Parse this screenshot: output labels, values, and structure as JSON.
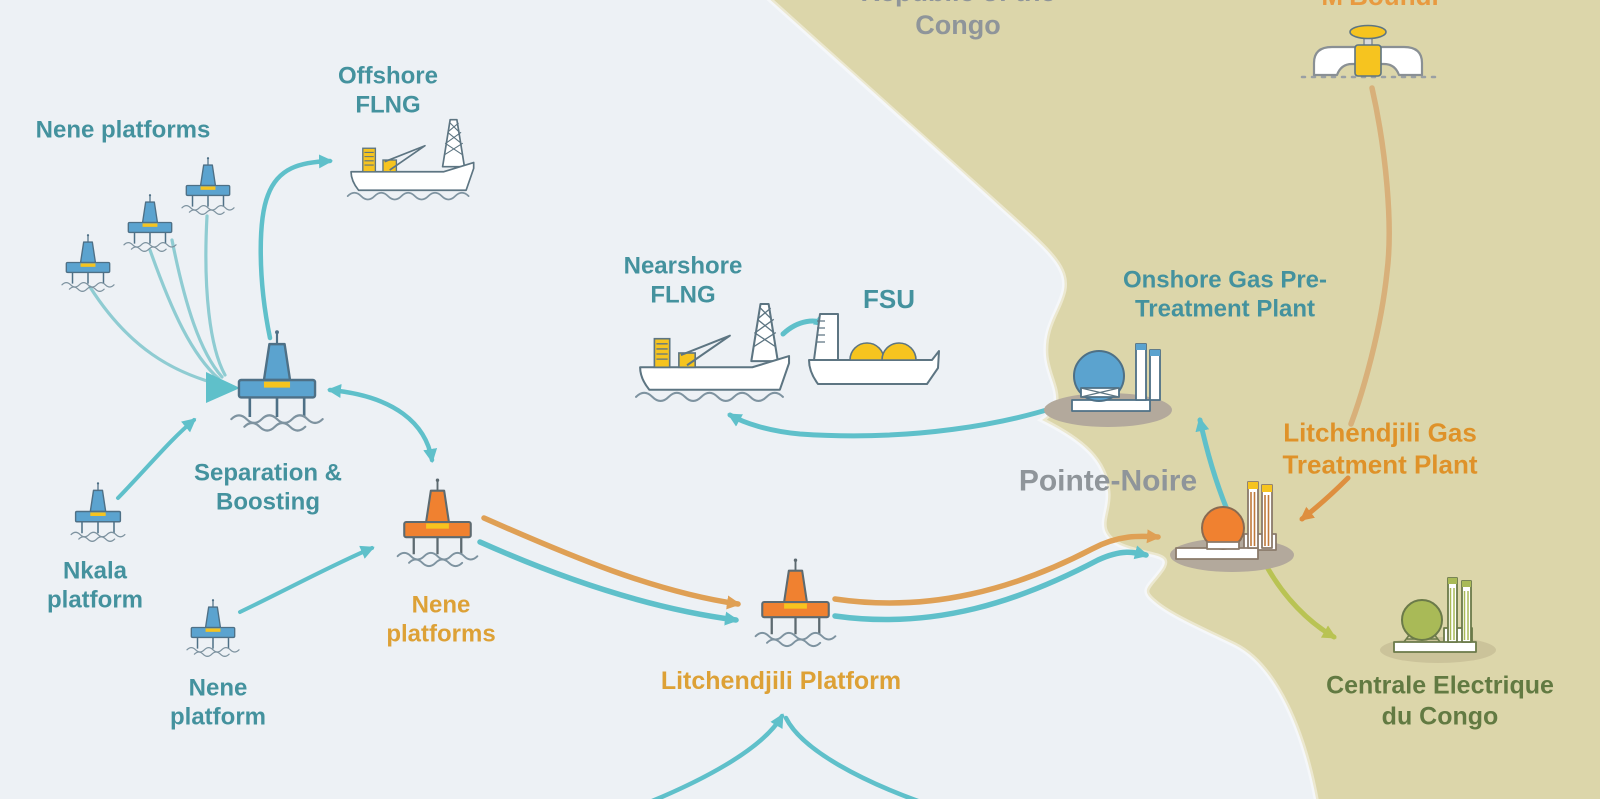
{
  "labels": {
    "country": "Republic of the Congo",
    "city": "Pointe-Noire",
    "nene_cluster": "Nene platforms",
    "offshore_flng": "Offshore FLNG",
    "nearshore_flng": "Nearshore FLNG",
    "fsu": "FSU",
    "separation": "Separation & Boosting",
    "nkala": "Nkala platform",
    "nene_single": "Nene platform",
    "nene_orange": "Nene platforms",
    "litchendjili_platform": "Litchendjili Platform",
    "onshore_pretreatment": "Onshore Gas Pre-Treatment Plant",
    "litchendjili_treatment": "Litchendjili Gas Treatment Plant",
    "mboundi": "M'Boundi",
    "centrale": "Centrale Electrique du Congo"
  },
  "colors": {
    "sea": "#edf1f5",
    "land": "#dcd6aa",
    "teal": "#5fc0ca",
    "teal_soft": "#8fccd2",
    "teal_text": "#44929e",
    "orange": "#f08130",
    "pipe_orange": "#dfa055",
    "orange_arrow": "#de8f3f",
    "amber_text": "#dda136",
    "orange_text": "#df9229",
    "tan_pipe": "#d8b07a",
    "olive": "#b9c353",
    "green_text": "#627a42",
    "gray_text": "#8f959a",
    "yellow": "#f6c41f",
    "slate": "#5d7582",
    "pad": "#b3a99c",
    "pad_light": "#cbc39a"
  }
}
